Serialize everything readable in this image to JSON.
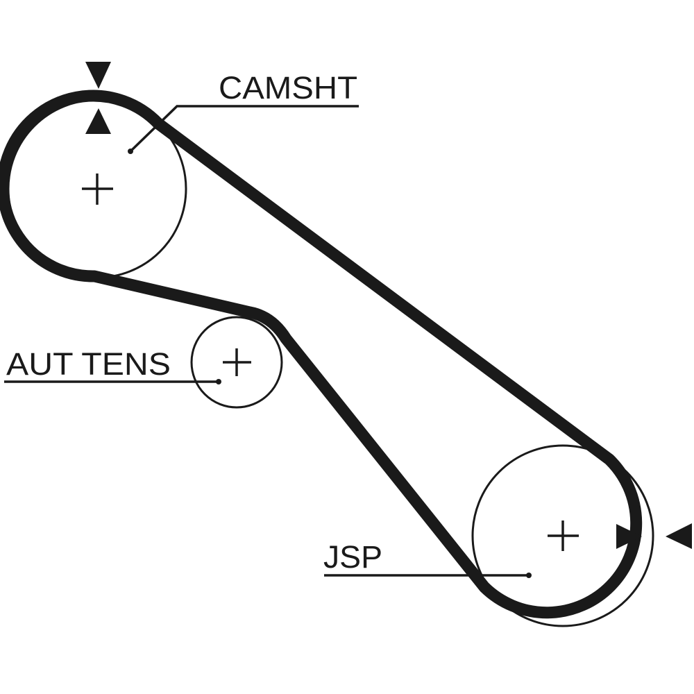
{
  "diagram": {
    "type": "timing-belt-routing",
    "colors": {
      "belt": "#1a1a1a",
      "pulley_outline": "#1a1a1a",
      "background": "#ffffff",
      "text": "#1a1a1a"
    },
    "pulleys": [
      {
        "id": "camshaft",
        "label": "CAMSHT",
        "marker": "center-cross-icon"
      },
      {
        "id": "tensioner",
        "label": "AUT TENS",
        "marker": "center-cross-icon"
      },
      {
        "id": "crankshaft",
        "label": "JSP",
        "marker": "center-cross-icon"
      }
    ],
    "timing_marks": [
      {
        "pulley": "camshaft",
        "orientation": "vertical",
        "icons": [
          "triangle-down-icon",
          "triangle-up-icon"
        ]
      },
      {
        "pulley": "crankshaft",
        "orientation": "horizontal",
        "icons": [
          "triangle-right-icon",
          "triangle-left-icon"
        ]
      }
    ]
  },
  "labels": {
    "camshaft": "CAMSHT",
    "tensioner": "AUT TENS",
    "crankshaft": "JSP"
  }
}
